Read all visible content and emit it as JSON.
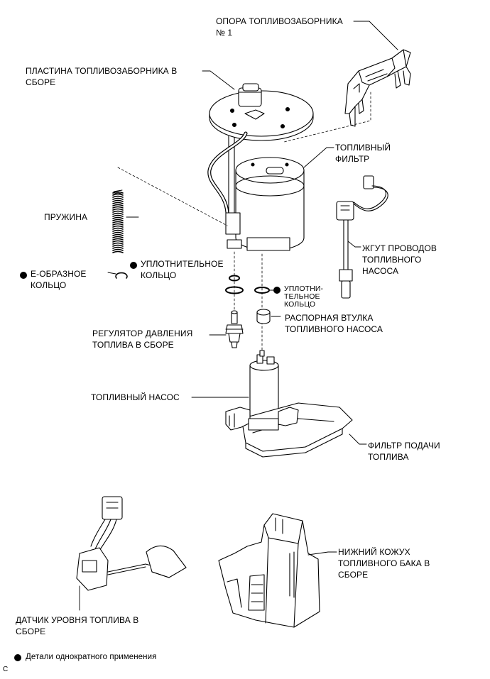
{
  "labels": {
    "support_line1": "ОПОРА ТОПЛИВОЗАБОРНИКА",
    "support_line2": "№ 1",
    "plate_line1": "ПЛАСТИНА ТОПЛИВОЗАБОРНИКА В",
    "plate_line2": "СБОРЕ",
    "filter_line1": "ТОПЛИВНЫЙ",
    "filter_line2": "ФИЛЬТР",
    "spring": "ПРУЖИНА",
    "harness_line1": "ЖГУТ ПРОВОДОВ",
    "harness_line2": "ТОПЛИВНОГО",
    "harness_line3": "НАСОСА",
    "oring_a_line1": "УПЛОТНИТЕЛЬНОЕ",
    "oring_a_line2": "КОЛЬЦО",
    "eclip_line1": "Е-ОБРАЗНОЕ",
    "eclip_line2": "КОЛЬЦО",
    "oring_b_line1": "УПЛОТНИ-",
    "oring_b_line2": "ТЕЛЬНОЕ",
    "oring_b_line3": "КОЛЬЦО",
    "spacer_line1": "РАСПОРНАЯ ВТУЛКА",
    "spacer_line2": "ТОПЛИВНОГО НАСОСА",
    "regulator_line1": "РЕГУЛЯТОР ДАВЛЕНИЯ",
    "regulator_line2": "ТОПЛИВА В СБОРЕ",
    "pump": "ТОПЛИВНЫЙ НАСОС",
    "suction_line1": "ФИЛЬТР ПОДАЧИ",
    "suction_line2": "ТОПЛИВА",
    "lower_case_line1": "НИЖНИЙ КОЖУХ",
    "lower_case_line2": "ТОПЛИВНОГО БАКА В",
    "lower_case_line3": "СБОРЕ",
    "sender_line1": "ДАТЧИК УРОВНЯ ТОПЛИВА В",
    "sender_line2": "СБОРЕ"
  },
  "legend": {
    "text": "Детали однократного применения"
  },
  "corner_mark": "C"
}
